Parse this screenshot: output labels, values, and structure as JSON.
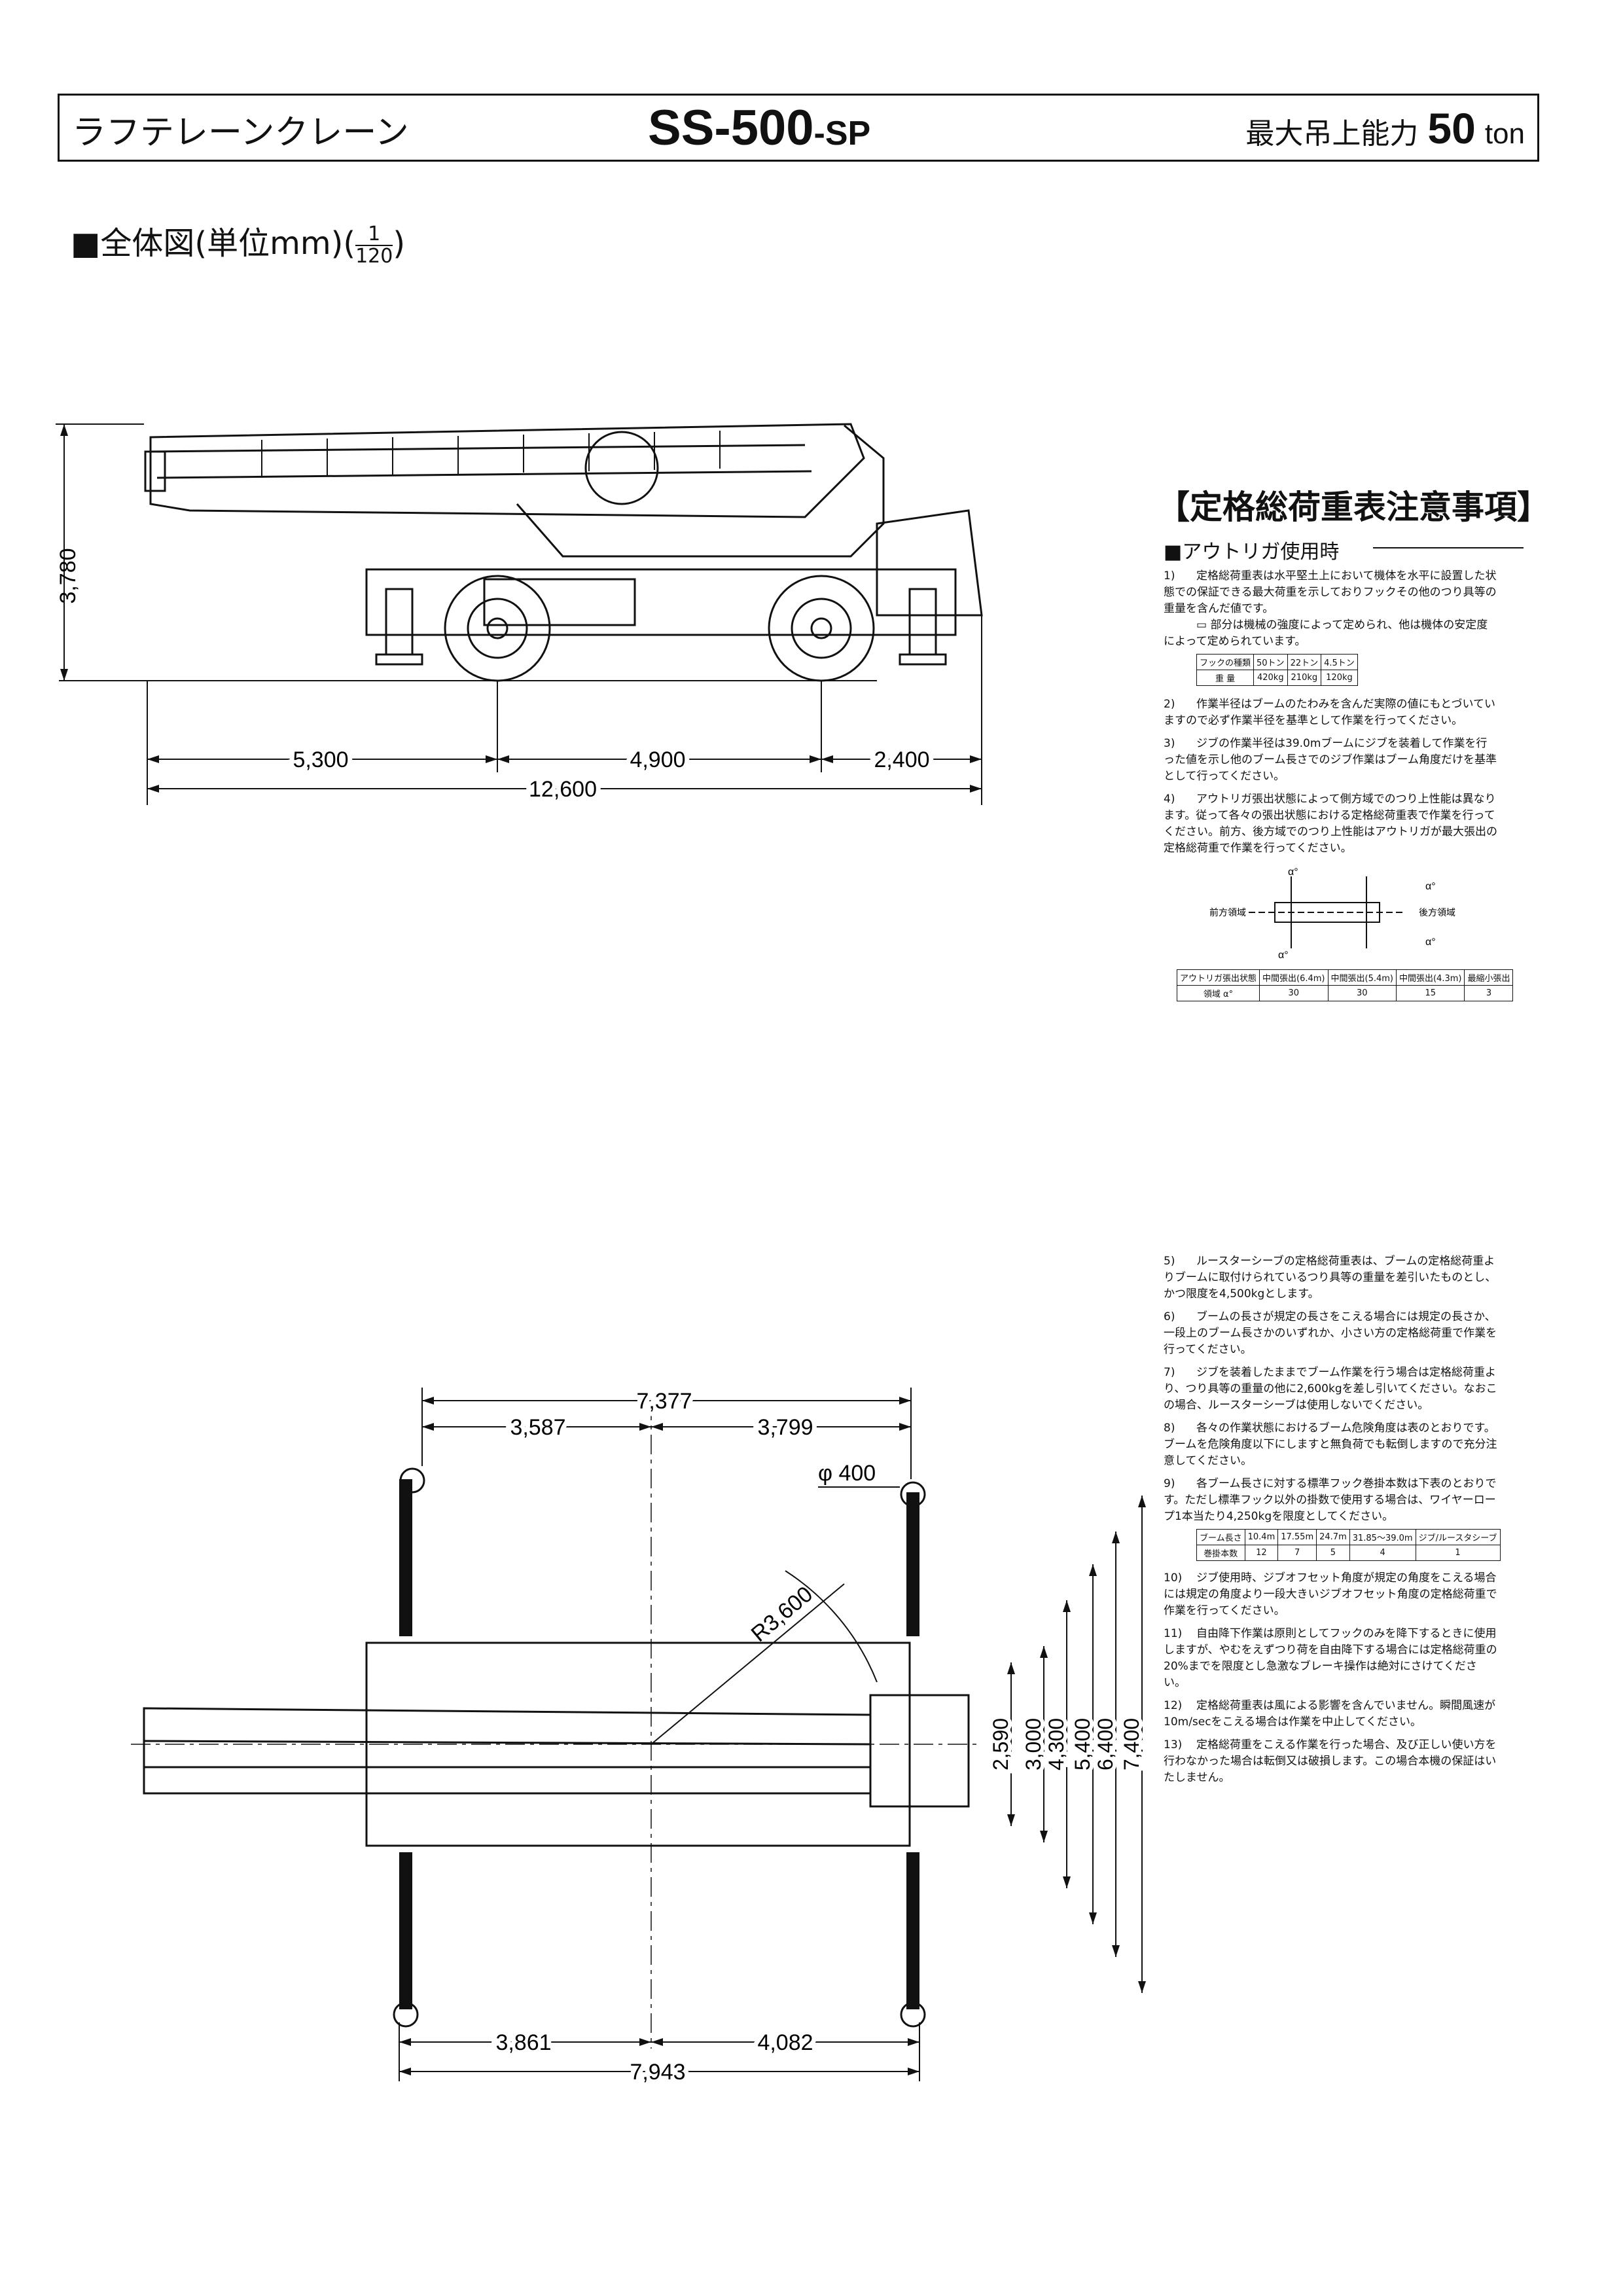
{
  "header": {
    "category": "ラフテレーンクレーン",
    "model_main": "SS-500",
    "model_suffix": "-SP",
    "capacity_label": "最大吊上能力",
    "capacity_value": "50",
    "capacity_unit": "ton"
  },
  "section": {
    "title": "■全体図(単位mm)(",
    "scale_num": "1",
    "scale_den": "120",
    "title_end": ")"
  },
  "side_view": {
    "height": "3,780",
    "dim_front": "5,300",
    "dim_wheelbase": "4,900",
    "dim_rear": "2,400",
    "dim_total": "12,600"
  },
  "top_view": {
    "dim_top_total": "7,377",
    "dim_top_left": "3,587",
    "dim_top_right": "3,799",
    "pad_dia": "φ 400",
    "radius": "R3,600",
    "widths": [
      "2,590",
      "3,000",
      "4,300",
      "5,400",
      "6,400",
      "7,400"
    ],
    "dim_bot_left": "3,861",
    "dim_bot_right": "4,082",
    "dim_bot_total": "7,943"
  },
  "notes": {
    "title": "【定格総荷重表注意事項】",
    "sub": "■アウトリガ使用時",
    "items": [
      {
        "no": "1)",
        "text": "定格総荷重表は水平堅土上において機体を水平に設置した状態での保証できる最大荷重を示しておりフックその他のつり具等の重量を含んだ値です。"
      },
      {
        "no": "",
        "text": "▭ 部分は機械の強度によって定められ、他は機体の安定度によって定められています。"
      }
    ],
    "hook_table": {
      "header": [
        "フックの種類",
        "50トン",
        "22トン",
        "4.5トン"
      ],
      "row": [
        "重 量",
        "420kg",
        "210kg",
        "120kg"
      ]
    },
    "items2": [
      {
        "no": "2)",
        "text": "作業半径はブームのたわみを含んだ実際の値にもとづいていますので必ず作業半径を基準として作業を行ってください。"
      },
      {
        "no": "3)",
        "text": "ジブの作業半径は39.0mブームにジブを装着して作業を行った値を示し他のブーム長さでのジブ作業はブーム角度だけを基準として行ってください。"
      },
      {
        "no": "4)",
        "text": "アウトリガ張出状態によって側方域でのつり上性能は異なります。従って各々の張出状態における定格総荷重表で作業を行ってください。前方、後方域でのつり上性能はアウトリガが最大張出の定格総荷重で作業を行ってください。"
      }
    ],
    "diagram": {
      "alpha": "α°",
      "front": "前方領域",
      "rear": "後方領域"
    },
    "outrigger_table": {
      "header": [
        "アウトリガ張出状態",
        "中間張出(6.4m)",
        "中間張出(5.4m)",
        "中間張出(4.3m)",
        "最縮小張出"
      ],
      "row": [
        "領域 α°",
        "30",
        "30",
        "15",
        "3"
      ]
    },
    "items3": [
      {
        "no": "5)",
        "text": "ルースターシーブの定格総荷重表は、ブームの定格総荷重よりブームに取付けられているつり具等の重量を差引いたものとし、かつ限度を4,500kgとします。"
      },
      {
        "no": "6)",
        "text": "ブームの長さが規定の長さをこえる場合には規定の長さか、一段上のブーム長さかのいずれか、小さい方の定格総荷重で作業を行ってください。"
      },
      {
        "no": "7)",
        "text": "ジブを装着したままでブーム作業を行う場合は定格総荷重より、つり具等の重量の他に2,600kgを差し引いてください。なおこの場合、ルースターシーブは使用しないでください。"
      },
      {
        "no": "8)",
        "text": "各々の作業状態におけるブーム危険角度は表のとおりです。ブームを危険角度以下にしますと無負荷でも転倒しますので充分注意してください。"
      },
      {
        "no": "9)",
        "text": "各ブーム長さに対する標準フック巻掛本数は下表のとおりです。ただし標準フック以外の掛数で使用する場合は、ワイヤーロープ1本当たり4,250kgを限度としてください。"
      }
    ],
    "rope_table": {
      "header": [
        "ブーム長さ",
        "10.4m",
        "17.55m",
        "24.7m",
        "31.85〜39.0m",
        "ジブ/ルースタシーブ"
      ],
      "row": [
        "巻掛本数",
        "12",
        "7",
        "5",
        "4",
        "1"
      ]
    },
    "items4": [
      {
        "no": "10)",
        "text": "ジブ使用時、ジブオフセット角度が規定の角度をこえる場合には規定の角度より一段大きいジブオフセット角度の定格総荷重で作業を行ってください。"
      },
      {
        "no": "11)",
        "text": "自由降下作業は原則としてフックのみを降下するときに使用しますが、やむをえずつり荷を自由降下する場合には定格総荷重の20%までを限度とし急激なブレーキ操作は絶対にさけてください。"
      },
      {
        "no": "12)",
        "text": "定格総荷重表は風による影響を含んでいません。瞬間風速が10m/secをこえる場合は作業を中止してください。"
      },
      {
        "no": "13)",
        "text": "定格総荷重をこえる作業を行った場合、及び正しい使い方を行わなかった場合は転倒又は破損します。この場合本機の保証はいたしません。"
      }
    ]
  }
}
